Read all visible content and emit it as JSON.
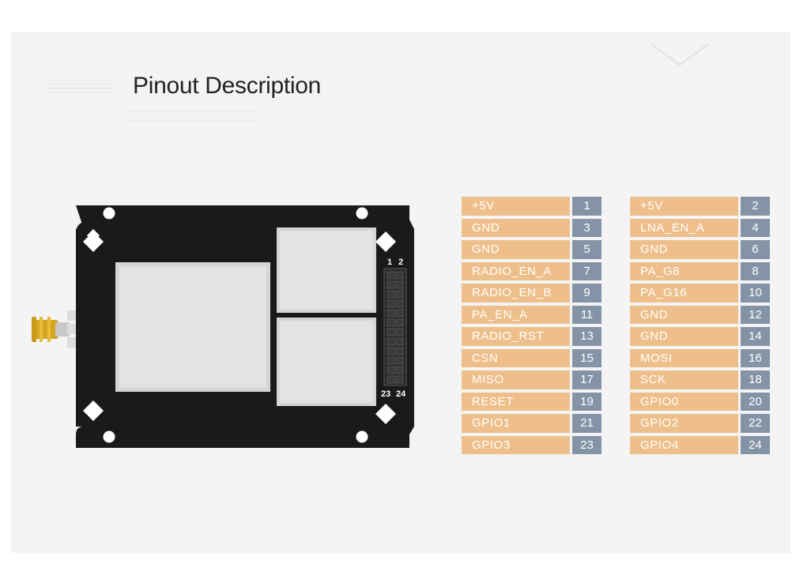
{
  "title": "Pinout Description",
  "header_labels": {
    "top_left": "1",
    "top_right": "2",
    "bottom_left": "23",
    "bottom_right": "24"
  },
  "colors": {
    "pin_name_bg": "#eebf8a",
    "pin_number_bg": "#8494a6",
    "board": "#1a1a1a"
  },
  "pins_left": [
    {
      "name": "+5V",
      "num": "1"
    },
    {
      "name": "GND",
      "num": "3"
    },
    {
      "name": "GND",
      "num": "5"
    },
    {
      "name": "RADIO_EN_A",
      "num": "7"
    },
    {
      "name": "RADIO_EN_B",
      "num": "9"
    },
    {
      "name": "PA_EN_A",
      "num": "11"
    },
    {
      "name": "RADIO_RST",
      "num": "13"
    },
    {
      "name": "CSN",
      "num": "15"
    },
    {
      "name": "MISO",
      "num": "17"
    },
    {
      "name": "RESET",
      "num": "19"
    },
    {
      "name": "GPIO1",
      "num": "21"
    },
    {
      "name": "GPIO3",
      "num": "23"
    }
  ],
  "pins_right": [
    {
      "name": "+5V",
      "num": "2"
    },
    {
      "name": "LNA_EN_A",
      "num": "4"
    },
    {
      "name": "GND",
      "num": "6"
    },
    {
      "name": "PA_G8",
      "num": "8"
    },
    {
      "name": "PA_G16",
      "num": "10"
    },
    {
      "name": "GND",
      "num": "12"
    },
    {
      "name": "GND",
      "num": "14"
    },
    {
      "name": "MOSI",
      "num": "16"
    },
    {
      "name": "SCK",
      "num": "18"
    },
    {
      "name": "GPIO0",
      "num": "20"
    },
    {
      "name": "GPIO2",
      "num": "22"
    },
    {
      "name": "GPIO4",
      "num": "24"
    }
  ]
}
